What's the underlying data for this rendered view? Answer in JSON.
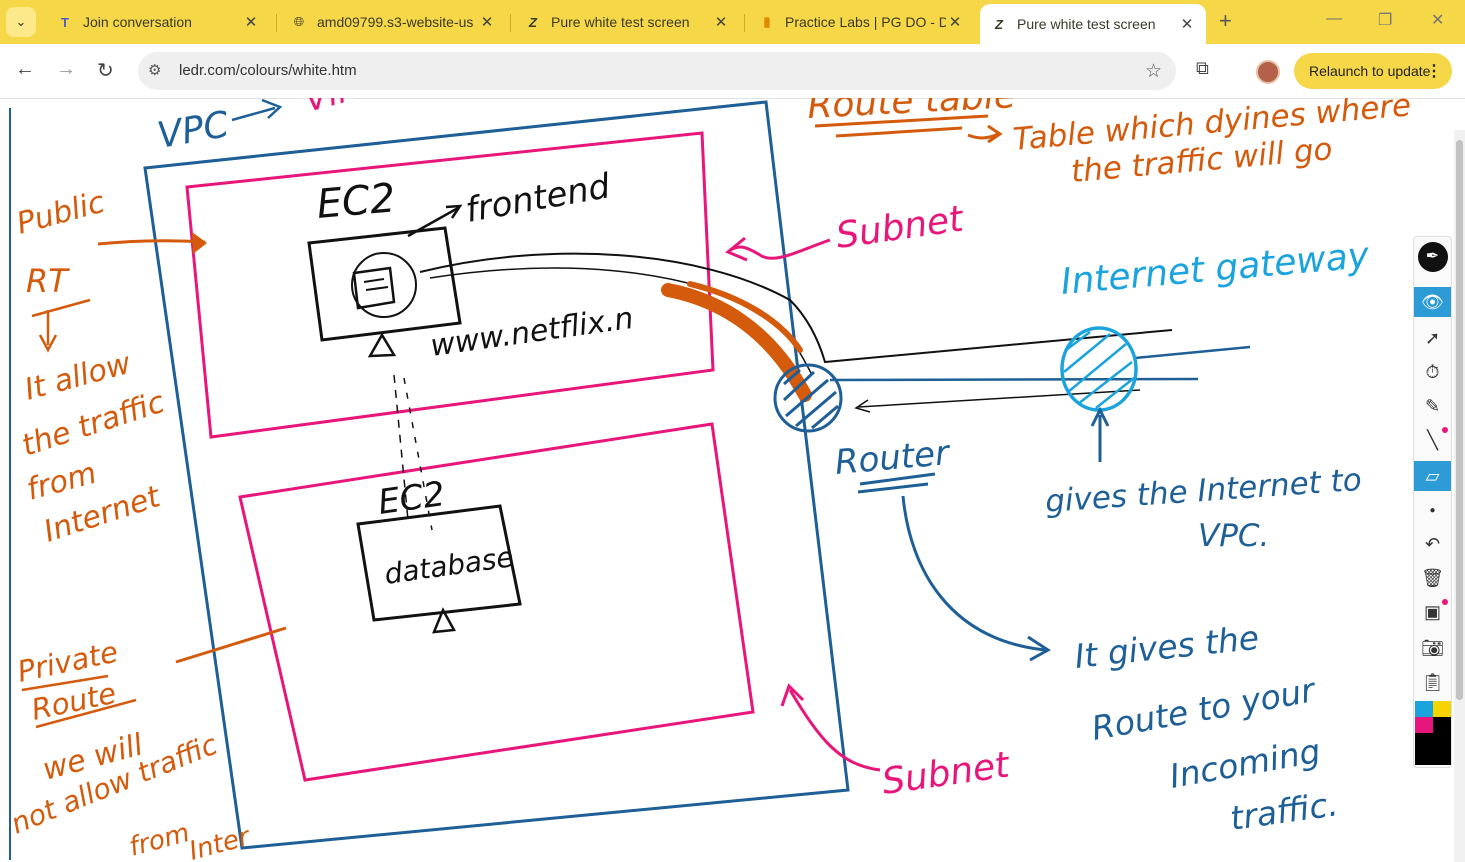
{
  "browser": {
    "tabs": [
      {
        "title": "Join conversation",
        "icon": "teams-icon"
      },
      {
        "title": "amd09799.s3-website-us",
        "icon": "globe-icon"
      },
      {
        "title": "Pure white test screen",
        "icon": "ledr-icon"
      },
      {
        "title": "Practice Labs | PG DO - D",
        "icon": "chart-icon"
      },
      {
        "title": "Pure white test screen",
        "icon": "ledr-icon",
        "active": true
      }
    ],
    "close_glyph": "✕",
    "new_tab_glyph": "+",
    "url": "ledr.com/colours/white.htm",
    "relaunch_label": "Relaunch to update"
  },
  "whiteboard": {
    "labels": {
      "vpc": "VPC",
      "vpc_meaning": "Virtual private cloud",
      "route_table": "Route table",
      "route_table_desc_1": "Table which dyines where",
      "route_table_desc_2": "the traffic will go",
      "public": "Public",
      "rt": "RT",
      "public_desc_1": "It allow",
      "public_desc_2": "the traffic",
      "public_desc_3": "from",
      "public_desc_4": "Internet",
      "ec2_top": "EC2",
      "frontend": "frontend",
      "website": "www.netflix.n",
      "subnet_top": "Subnet",
      "internet_gateway": "Internet gateway",
      "router": "Router",
      "igw_desc_1": "gives the Internet to",
      "igw_desc_2": "VPC.",
      "ec2_bottom": "EC2",
      "database": "database",
      "private": "Private",
      "route": "Route",
      "private_desc_1": "we will",
      "private_desc_2": "not allow traffic",
      "private_desc_3": "from",
      "private_desc_4": "Inter",
      "router_desc_1": "It gives the",
      "router_desc_2": "Route to your",
      "router_desc_3": "Incoming",
      "router_desc_4": "traffic.",
      "subnet_bottom": "Subnet"
    },
    "colors": {
      "pink": "#e8157a",
      "orange": "#d45a0c",
      "blue": "#1d5f96",
      "cyan": "#1aa3dc",
      "ink": "#111111"
    }
  },
  "pen_panel": {
    "tools": [
      "pen-icon",
      "eye-icon",
      "pointer-icon",
      "timer-icon",
      "highlighter-icon",
      "line-icon",
      "eraser-icon",
      "dot-icon",
      "undo-icon",
      "trash-icon",
      "screen-icon",
      "camera-icon",
      "clipboard-icon"
    ],
    "palette": [
      "#1aa3dc",
      "#f6d400",
      "#e8157a",
      "#000000"
    ]
  }
}
